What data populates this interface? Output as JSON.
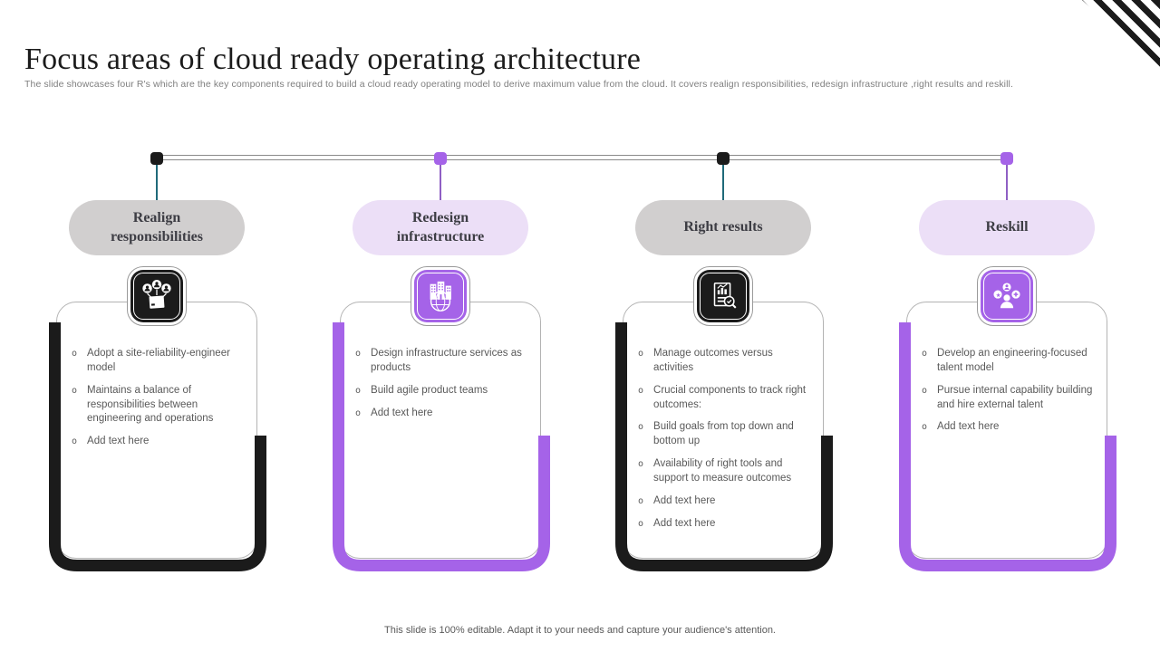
{
  "slide": {
    "title": "Focus areas of cloud ready operating architecture",
    "subtitle": "The slide showcases four R's which are the key components required to build a cloud ready operating model to derive maximum  value from the cloud. It covers realign responsibilities, redesign infrastructure ,right results and reskill.",
    "footer": "This slide is 100% editable.  Adapt it to your needs and capture your audience's attention."
  },
  "colors": {
    "black_accent": "#1b1b1b",
    "purple_accent": "#a563e8",
    "gray_pill": "#d1cfcf",
    "lavender_pill": "#ecdff7",
    "teal_connector": "#206a7a",
    "purple_connector": "#8f5fc4",
    "line_gray": "#8a8a8a",
    "body_text": "#595959"
  },
  "columns": [
    {
      "title": "Realign responsibilities",
      "icon": "team-structure-icon",
      "accent": "#1b1b1b",
      "pill_bg": "#d1cfcf",
      "connector": "#206a7a",
      "bullets": [
        "Adopt a site-reliability-engineer model",
        "Maintains a balance of responsibilities between engineering and operations",
        "Add text here"
      ]
    },
    {
      "title": "Redesign infrastructure",
      "icon": "infrastructure-globe-icon",
      "accent": "#a563e8",
      "pill_bg": "#ecdff7",
      "connector": "#8f5fc4",
      "bullets": [
        "Design infrastructure services as products",
        "Build agile product teams",
        "Add text here"
      ]
    },
    {
      "title": "Right results",
      "icon": "report-analysis-icon",
      "accent": "#1b1b1b",
      "pill_bg": "#d1cfcf",
      "connector": "#206a7a",
      "bullets": [
        "Manage outcomes versus activities",
        "Crucial components to track right outcomes:",
        "Build goals from top down and bottom up",
        "Availability of right tools and support to measure outcomes",
        "Add text here",
        "Add text here"
      ]
    },
    {
      "title": "Reskill",
      "icon": "skills-person-icon",
      "accent": "#a563e8",
      "pill_bg": "#ecdff7",
      "connector": "#8f5fc4",
      "bullets": [
        "Develop an engineering-focused talent model",
        "Pursue internal capability building and hire external talent",
        "Add text here"
      ]
    }
  ]
}
